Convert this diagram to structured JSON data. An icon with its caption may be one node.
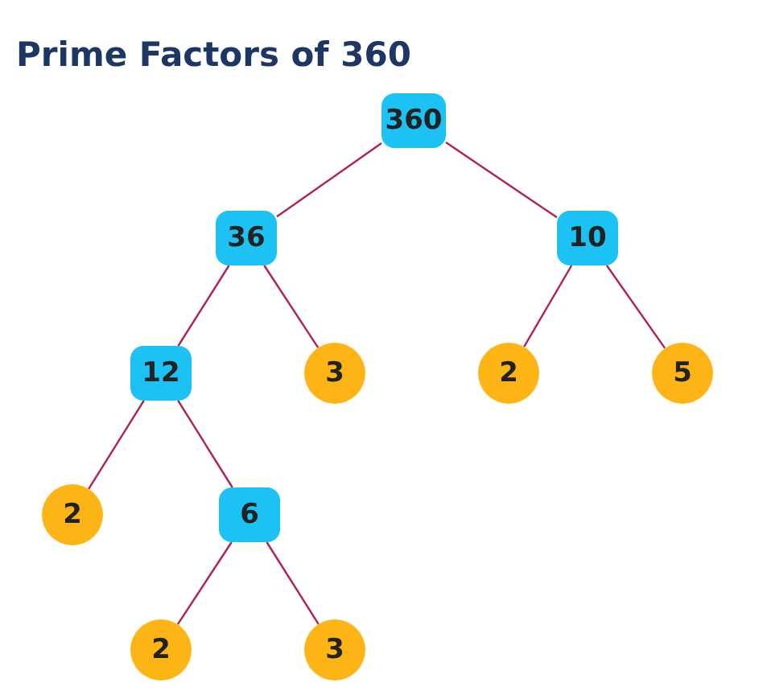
{
  "diagram": {
    "title": "Prime Factors of 360",
    "nodes": [
      {
        "text": [
          "360"
        ]
      },
      {
        "text": [
          "36"
        ]
      },
      {
        "text": [
          "10"
        ]
      },
      {
        "text": [
          "12"
        ]
      },
      {
        "text": [
          "3"
        ]
      },
      {
        "text": [
          "2"
        ]
      },
      {
        "text": [
          "5"
        ]
      },
      {
        "text": [
          "2"
        ]
      },
      {
        "text": [
          "6"
        ]
      },
      {
        "text": [
          "2"
        ]
      },
      {
        "text": [
          "3"
        ]
      }
    ],
    "edges": [
      {
        "from": 0,
        "to": 1,
        "arrow": "none"
      },
      {
        "from": 0,
        "to": 2,
        "arrow": "none"
      },
      {
        "from": 1,
        "to": 3,
        "arrow": "none"
      },
      {
        "from": 1,
        "to": 4,
        "arrow": "none"
      },
      {
        "from": 2,
        "to": 5,
        "arrow": "none"
      },
      {
        "from": 2,
        "to": 6,
        "arrow": "none"
      },
      {
        "from": 3,
        "to": 7,
        "arrow": "none"
      },
      {
        "from": 3,
        "to": 8,
        "arrow": "none"
      },
      {
        "from": 8,
        "to": 9,
        "arrow": "none"
      },
      {
        "from": 8,
        "to": 10,
        "arrow": "none"
      }
    ]
  }
}
